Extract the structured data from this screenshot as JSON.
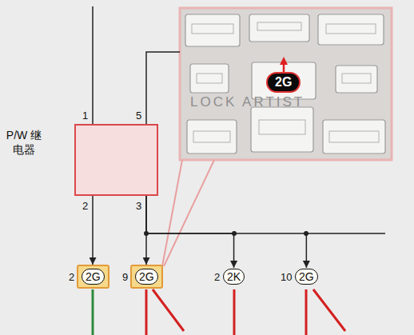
{
  "diagram": {
    "nodes": [
      {
        "text": [
          "P/W 继电器"
        ]
      },
      {
        "text": [
          "2G"
        ]
      },
      {
        "text": [
          "2G"
        ]
      },
      {
        "text": [
          "2G"
        ]
      },
      {
        "text": [
          "2K"
        ]
      },
      {
        "text": [
          "2G"
        ]
      }
    ],
    "edges": [
      {
        "from": 0,
        "to": 2,
        "arrow": "to"
      },
      {
        "from": 0,
        "to": 3,
        "arrow": "to"
      },
      {
        "from": 0,
        "to": 4,
        "arrow": "to"
      },
      {
        "from": 0,
        "to": 5,
        "arrow": "to"
      }
    ],
    "labels": [
      "1",
      "5",
      "2",
      "3",
      "2",
      "9",
      "2",
      "10",
      "LOCK ARTIST"
    ]
  }
}
